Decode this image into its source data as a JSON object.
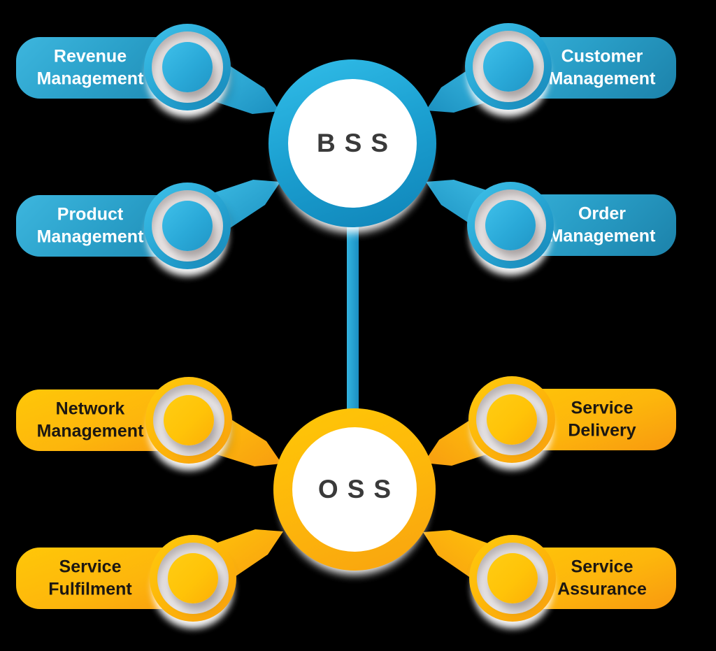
{
  "diagram": {
    "hubs": [
      {
        "id": "bss",
        "label": "BSS",
        "accent_color": "#1b9fd0",
        "items": [
          {
            "label": "Revenue Management",
            "position": "top-left"
          },
          {
            "label": "Customer Management",
            "position": "top-right"
          },
          {
            "label": "Product Management",
            "position": "bottom-left"
          },
          {
            "label": "Order Management",
            "position": "bottom-right"
          }
        ]
      },
      {
        "id": "oss",
        "label": "OSS",
        "accent_color": "#fdb70b",
        "items": [
          {
            "label": "Network Management",
            "position": "top-left"
          },
          {
            "label": "Service Delivery",
            "position": "top-right"
          },
          {
            "label": "Service Fulfilment",
            "position": "bottom-left"
          },
          {
            "label": "Service Assurance",
            "position": "bottom-right"
          }
        ]
      }
    ],
    "connector": {
      "from": "BSS",
      "to": "OSS"
    },
    "colors": {
      "blue_light": "#3fc2ea",
      "blue_dark": "#0f84b8",
      "yellow_light": "#ffc708",
      "orange_dark": "#f8990f",
      "ring_gray": "#ded8d8",
      "hub_text": "#3a3a3a",
      "text_on_blue": "#ffffff",
      "text_on_yellow": "#1c1712",
      "background": "#000000"
    }
  }
}
